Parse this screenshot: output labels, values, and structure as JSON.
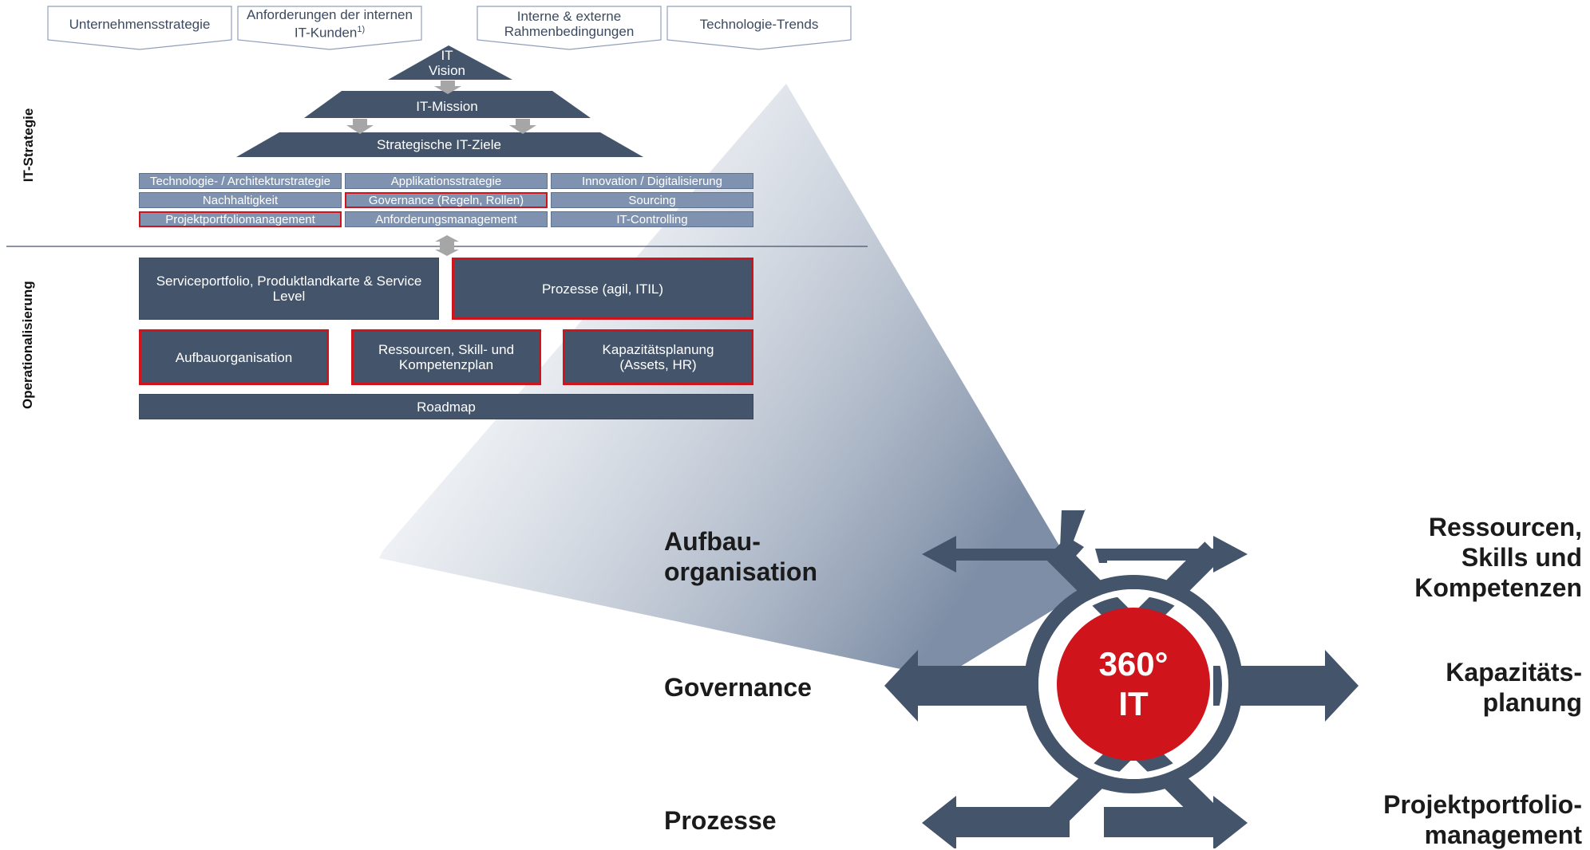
{
  "inputs": {
    "i1": "Unternehmensstrategie",
    "i2_line1": "Anforderungen der internen",
    "i2_line2": "IT-Kunden",
    "i2_sup": "1)",
    "i3_line1": "Interne & externe",
    "i3_line2": "Rahmenbedingungen",
    "i4": "Technologie-Trends"
  },
  "pyramid": {
    "vision_line1": "IT",
    "vision_line2": "Vision",
    "mission": "IT-Mission",
    "goals": "Strategische IT-Ziele"
  },
  "strategy": {
    "side_label": "IT-Strategie",
    "r1c1": "Technologie- / Architekturstrategie",
    "r1c2": "Applikationsstrategie",
    "r1c3": "Innovation / Digitalisierung",
    "r2c1": "Nachhaltigkeit",
    "r2c2": "Governance (Regeln, Rollen)",
    "r2c3": "Sourcing",
    "r3c1": "Projektportfoliomanagement",
    "r3c2": "Anforderungsmanagement",
    "r3c3": "IT-Controlling"
  },
  "operations": {
    "side_label": "Operationalisierung",
    "service": "Serviceportfolio, Produktlandkarte & Service Level",
    "processes": "Prozesse (agil, ITIL)",
    "org": "Aufbauorganisation",
    "resources": "Ressourcen, Skill- und Kompetenzplan",
    "capacity": "Kapazitätsplanung (Assets, HR)",
    "roadmap": "Roadmap"
  },
  "hub": {
    "line1": "360°",
    "line2": "IT",
    "left_top_line1": "Aufbau-",
    "left_top_line2": "organisation",
    "left_mid": "Governance",
    "left_bottom": "Prozesse",
    "right_top_line1": "Ressourcen,",
    "right_top_line2": "Skills und",
    "right_top_line3": "Kompetenzen",
    "right_mid_line1": "Kapazitäts-",
    "right_mid_line2": "planung",
    "right_bottom_line1": "Projektportfolio-",
    "right_bottom_line2": "management"
  },
  "colors": {
    "dark_slate": "#44546a",
    "light_slate": "#7f93b0",
    "highlight_red": "#d0141c",
    "hub_red": "#d0141c",
    "arrow_grey": "#a6a6a6"
  }
}
